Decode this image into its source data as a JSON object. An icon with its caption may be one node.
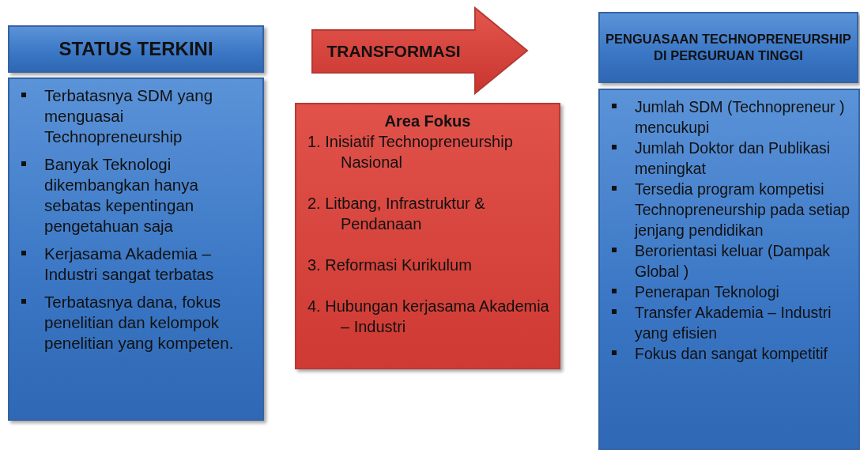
{
  "diagram": {
    "nodes": [
      {
        "text": [
          "STATUS TERKINI"
        ]
      },
      {
        "text": [
          "Terbatasnya SDM yang menguasai Technopreneurship",
          "Banyak Teknologi dikembangkan hanya sebatas kepentingan pengetahuan saja",
          "Kerjasama Akademia – Industri sangat terbatas",
          "Terbatasnya dana, fokus penelitian dan kelompok penelitian yang kompeten."
        ]
      },
      {
        "text": [
          "TRANSFORMASI"
        ]
      },
      {
        "text": [
          "Area Fokus",
          "1. Inisiatif Technopreneurship Nasional",
          "2. Litbang, Infrastruktur & Pendanaan",
          "3. Reformasi Kurikulum",
          "4. Hubungan kerjasama Akademia – Industri"
        ]
      },
      {
        "text": [
          "PENGUASAAN TECHNOPRENEURSHIP DI PERGURUAN TINGGI"
        ]
      },
      {
        "text": [
          "Jumlah SDM (Technopreneur ) mencukupi",
          "Jumlah Doktor dan Publikasi meningkat",
          "Tersedia program kompetisi Technopreneurship pada setiap jenjang pendidikan",
          "Berorientasi keluar (Dampak Global )",
          "Penerapan Teknologi",
          "Transfer Akademia – Industri yang efisien",
          "Fokus dan sangat kompetitif"
        ]
      }
    ]
  }
}
